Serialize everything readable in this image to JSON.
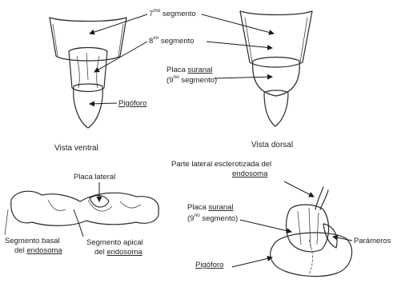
{
  "labels": {
    "seg7_prefix": "7",
    "seg7_sup": "mo",
    "seg7_text": "segmento",
    "seg8_prefix": "8",
    "seg8_sup": "vo",
    "seg8_text": "segmento",
    "suranal_top_1": "Placa",
    "suranal_top_2": "suranal",
    "suranal_top_3a": "(9",
    "suranal_top_3sup": "no",
    "suranal_top_3b": "segmento)",
    "pigoforo_top": "Pigóforo",
    "vista_ventral": "Vista ventral",
    "vista_dorsal": "Vista dorsal",
    "placa_lateral": "Placa lateral",
    "seg_basal_1": "Segmento basal",
    "seg_basal_2a": "del",
    "seg_basal_2b": "endosoma",
    "seg_apical_1": "Segmento apical",
    "seg_apical_2a": "del",
    "seg_apical_2b": "endosoma",
    "parte_lateral_1": "Parte lateral esclerotizada del",
    "parte_lateral_2": "endosoma",
    "suranal_bottom_1": "Placa",
    "suranal_bottom_2": "suranal",
    "suranal_bottom_3a": "(9",
    "suranal_bottom_3sup": "no",
    "suranal_bottom_3b": "segmento)",
    "parameros": "Parámeros",
    "pigoforo_bottom": "Pigóforo"
  }
}
